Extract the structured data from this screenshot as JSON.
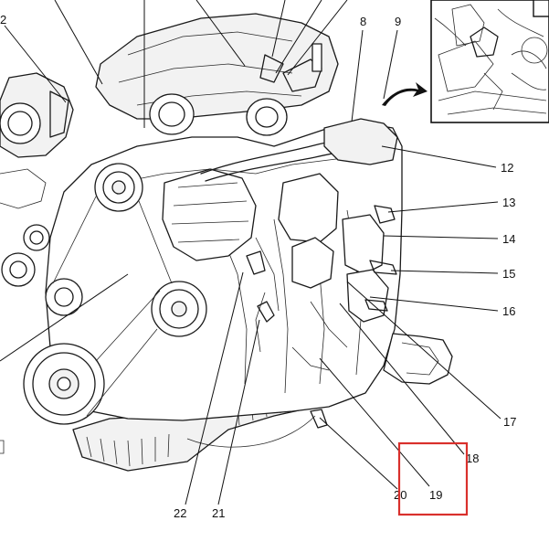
{
  "diagram": {
    "callouts": {
      "c2": "2",
      "c8": "8",
      "c9": "9",
      "c12": "12",
      "c13": "13",
      "c14": "14",
      "c15": "15",
      "c16": "16",
      "c17": "17",
      "c18": "18",
      "c19": "19",
      "c20": "20",
      "c21": "21",
      "c22": "22"
    },
    "colors": {
      "line": "#111111",
      "highlight_box": "#d9302c",
      "background": "#ffffff"
    }
  }
}
